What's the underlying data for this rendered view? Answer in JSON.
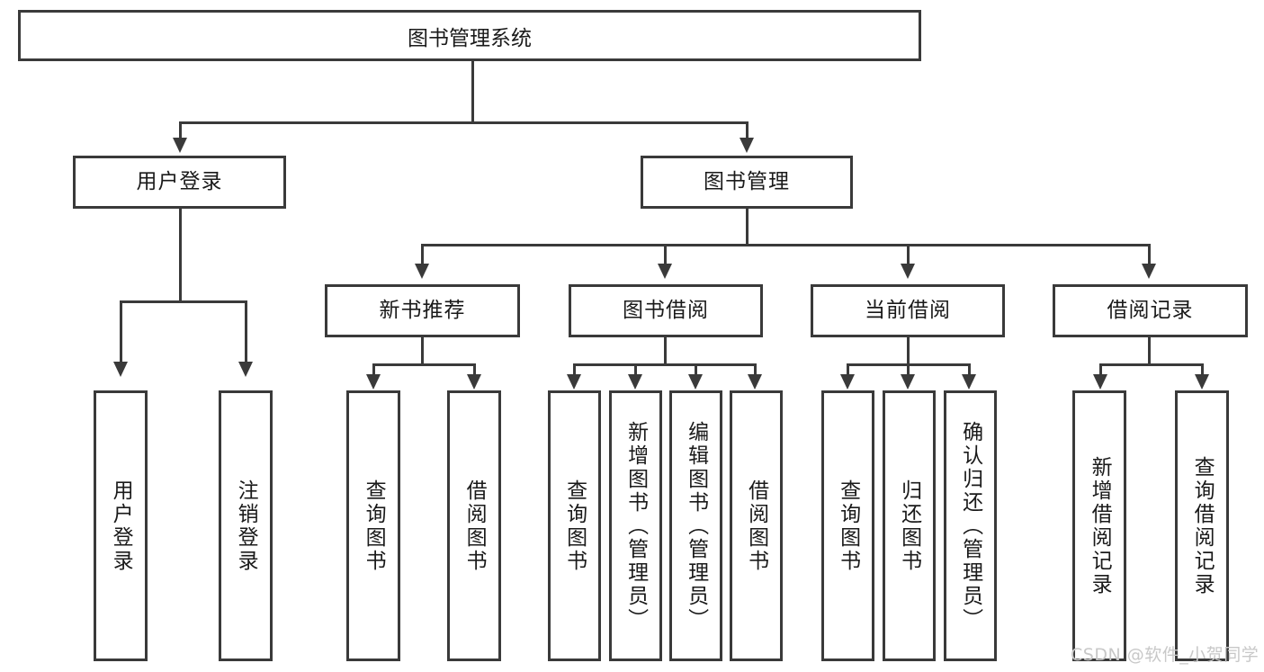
{
  "diagram": {
    "title": "图书管理系统",
    "type": "tree-hierarchy-diagram",
    "colors": {
      "stroke": "#3a3a3a",
      "fill": "#ffffff",
      "text": "#1a1a1a",
      "watermark": "#c8c8c8"
    },
    "root": {
      "label": "图书管理系统"
    },
    "level1": [
      {
        "label": "用户登录"
      },
      {
        "label": "图书管理"
      }
    ],
    "level2": [
      {
        "label": "新书推荐"
      },
      {
        "label": "图书借阅"
      },
      {
        "label": "当前借阅"
      },
      {
        "label": "借阅记录"
      }
    ],
    "leaves": {
      "user_login": [
        {
          "label": "用户登录"
        },
        {
          "label": "注销登录"
        }
      ],
      "new_book_recommend": [
        {
          "label": "查询图书"
        },
        {
          "label": "借阅图书"
        }
      ],
      "book_borrow": [
        {
          "label": "查询图书"
        },
        {
          "label": "新增图书（管理员）"
        },
        {
          "label": "编辑图书（管理员）"
        },
        {
          "label": "借阅图书"
        }
      ],
      "current_borrow": [
        {
          "label": "查询图书"
        },
        {
          "label": "归还图书"
        },
        {
          "label": "确认归还（管理员）"
        }
      ],
      "borrow_records": [
        {
          "label": "新增借阅记录"
        },
        {
          "label": "查询借阅记录"
        }
      ]
    }
  },
  "watermark": {
    "text": "CSDN @软件_小贺同学"
  }
}
